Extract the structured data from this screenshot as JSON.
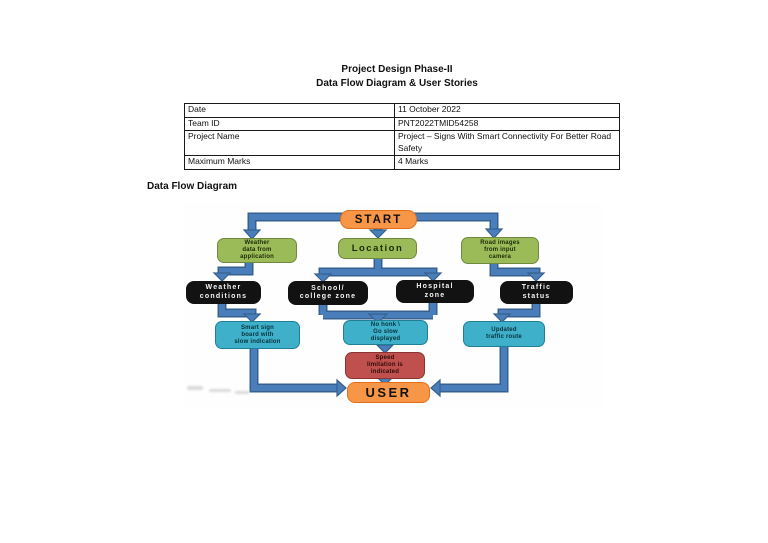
{
  "page": {
    "title_line1": "Project Design Phase-II",
    "title_line2": "Data Flow Diagram & User Stories",
    "section_heading": "Data Flow Diagram"
  },
  "info_table": {
    "rows": [
      {
        "label": "Date",
        "value": "11 October 2022"
      },
      {
        "label": "Team ID",
        "value": "PNT2022TMID54258"
      },
      {
        "label": "Project Name",
        "value": "Project – Signs With Smart Connectivity For Better Road Safety"
      },
      {
        "label": "Maximum Marks",
        "value": "4 Marks"
      }
    ]
  },
  "diagram": {
    "palette": {
      "start_end": "#f79646",
      "input_nodes": "#9bbb59",
      "condition_nodes": "#121212",
      "output_nodes": "#3fb0c9",
      "alert_node": "#c0504d",
      "arrows": "#4a7ebb",
      "arrow_outline": "#36618e"
    },
    "nodes": {
      "start": {
        "label": "START"
      },
      "weather_data": {
        "label": "Weather\ndata from\napplication"
      },
      "location": {
        "label": "Location"
      },
      "road_images": {
        "label": "Road images\nfrom input\ncamera"
      },
      "weather_conditions": {
        "label": "Weather\nconditions"
      },
      "school_zone": {
        "label": "School/\ncollege zone"
      },
      "hospital_zone": {
        "label": "Hospital\nzone"
      },
      "traffic_status": {
        "label": "Traffic\nstatus"
      },
      "smart_sign": {
        "label": "Smart sign\nboard with\nslow indication"
      },
      "no_honk": {
        "label": "No honk \\\nGo slow\ndisplayed"
      },
      "updated_route": {
        "label": "Updated\ntraffic route"
      },
      "speed_limit": {
        "label": "Speed\nlimitation is\nindicated"
      },
      "user": {
        "label": "USER"
      }
    }
  }
}
